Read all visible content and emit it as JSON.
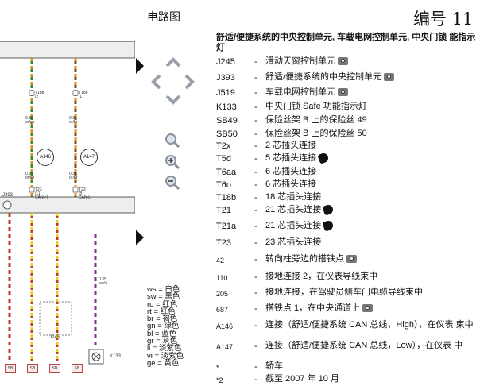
{
  "header": {
    "title": "电路图",
    "doc_number": "编号  11"
  },
  "legend_header": "舒适/便捷系统的中央控制单元, 车载电网控制单元, 中央门锁 能指示灯",
  "legend": [
    {
      "code": "J245",
      "desc": "滑动天窗控制单元",
      "icon": "camera"
    },
    {
      "code": "J393",
      "desc": "舒适/便捷系统的中央控制单元",
      "icon": "camera"
    },
    {
      "code": "J519",
      "desc": "车载电网控制单元",
      "icon": "camera"
    },
    {
      "code": "K133",
      "desc": "中央门锁 Safe 功能指示灯",
      "icon": ""
    },
    {
      "code": "SB49",
      "desc": "保险丝架 B 上的保险丝 49",
      "icon": ""
    },
    {
      "code": "SB50",
      "desc": "保险丝架 B 上的保险丝 50",
      "icon": ""
    },
    {
      "code": "T2x",
      "desc": "2 芯插头连接",
      "icon": ""
    },
    {
      "code": "T5d",
      "desc": "5 芯插头连接",
      "icon": "plug"
    },
    {
      "code": "T6aa",
      "desc": "6 芯插头连接",
      "icon": ""
    },
    {
      "code": "T6o",
      "desc": "6 芯插头连接",
      "icon": ""
    },
    {
      "code": "T18b",
      "desc": "18 芯插头连接",
      "icon": ""
    },
    {
      "code": "T21",
      "desc": "21 芯插头连接",
      "icon": "plug"
    },
    {
      "code": "T21a",
      "desc": "21 芯插头连接",
      "icon": "plug"
    },
    {
      "code": "T23",
      "desc": "23 芯插头连接",
      "icon": ""
    },
    {
      "code": "42",
      "desc": "转向柱旁边的搭铁点",
      "icon": "camera"
    },
    {
      "code": "110",
      "desc": "接地连接 2，在仪表导线束中",
      "icon": ""
    },
    {
      "code": "205",
      "desc": "接地连接，在驾驶员侧车门电缆导线束中",
      "icon": ""
    },
    {
      "code": "687",
      "desc": "搭铁点 1，在中央通道上",
      "icon": "camera"
    },
    {
      "code": "A146",
      "desc": "连接（舒适/便捷系统 CAN 总线，High），在仪表 束中",
      "icon": ""
    },
    {
      "code": "A147",
      "desc": "连接（舒适/便捷系统 CAN 总线，Low），在仪表 中",
      "icon": ""
    },
    {
      "code": "*",
      "desc": "轿车",
      "icon": ""
    },
    {
      "code": "*2",
      "desc": "截至 2007 年 10 月",
      "icon": ""
    }
  ],
  "wire_colors": [
    "ws = 白色",
    "sw = 黑色",
    "ro = 红色",
    "rt = 红色",
    "br = 褐色",
    "gn = 绿色",
    "bl = 蓝色",
    "gr = 灰色",
    "li = 淡紫色",
    "vi = 淡紫色",
    "ge = 黄色"
  ],
  "diagram": {
    "t18b_left": "T18b\n/2",
    "t18b_right": "T18b\n/1",
    "wire_a1": "0.35\nor/gn",
    "wire_a2": "0.35\nor/br",
    "node_a146": "A146",
    "node_a147": "A147",
    "wire_b1": "0.35\nor/gn",
    "wire_b2": "0.35\nor/br",
    "t23_left": "T23\n/11\nCAN-H",
    "t23_right": "T23\n/8\nCAN-L",
    "j393": "J393",
    "j245": "J245",
    "k133": "K133",
    "fuses": [
      "SB",
      "SB",
      "SB",
      "SB"
    ],
    "wire_c": "0.35\nws/vi"
  },
  "colors": {
    "arrow": "#111111",
    "nav": "#9aa0a8",
    "box_bg": "#eeeeee",
    "wire_orange": "#e58a1f",
    "wire_green": "#3c8a2e",
    "wire_purple": "#8a2a9a",
    "wire_red": "#c0392b",
    "wire_yellow": "#e6d21b"
  }
}
